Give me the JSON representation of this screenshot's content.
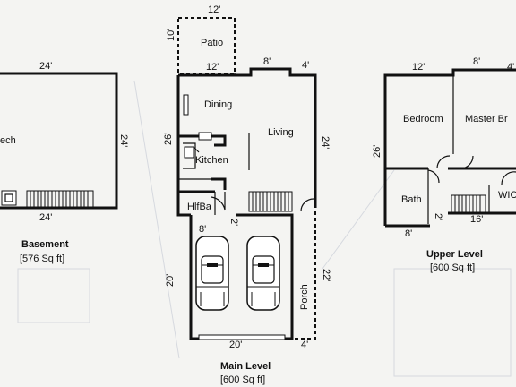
{
  "basement": {
    "top_dim": "24'",
    "right_dim": "24'",
    "bottom_dim": "24'",
    "room_label": "ech",
    "title": "Basement",
    "area": "[576 Sq ft]"
  },
  "main_level": {
    "patio_top_dim": "12'",
    "patio_left_dim": "10'",
    "patio_label": "Patio",
    "patio_bottom_dim": "12'",
    "dim_8": "8'",
    "dim_4_top": "4'",
    "dining_label": "Dining",
    "living_label": "Living",
    "left_dim": "26'",
    "right_dim": "24'",
    "kitchen_label": "Kitchen",
    "hlfba_label": "HlfBa",
    "dim_2": "2'",
    "garage_top_dim": "8'",
    "garage_left_dim": "20'",
    "porch_label": "Porch",
    "porch_dim": "22'",
    "garage_bottom_dim": "20'",
    "dim_4_bottom": "4'",
    "title": "Main Level",
    "area": "[600 Sq ft]"
  },
  "upper_level": {
    "dim_12": "12'",
    "dim_8": "8'",
    "dim_4": "4'",
    "left_dim": "26'",
    "bedroom_label": "Bedroom",
    "master_label": "Master Br",
    "bath_label": "Bath",
    "wic_label": "WIC",
    "dim_2": "2'",
    "dim_16": "16'",
    "dim_8_bottom": "8'",
    "title": "Upper Level",
    "area": "[600 Sq ft]"
  }
}
